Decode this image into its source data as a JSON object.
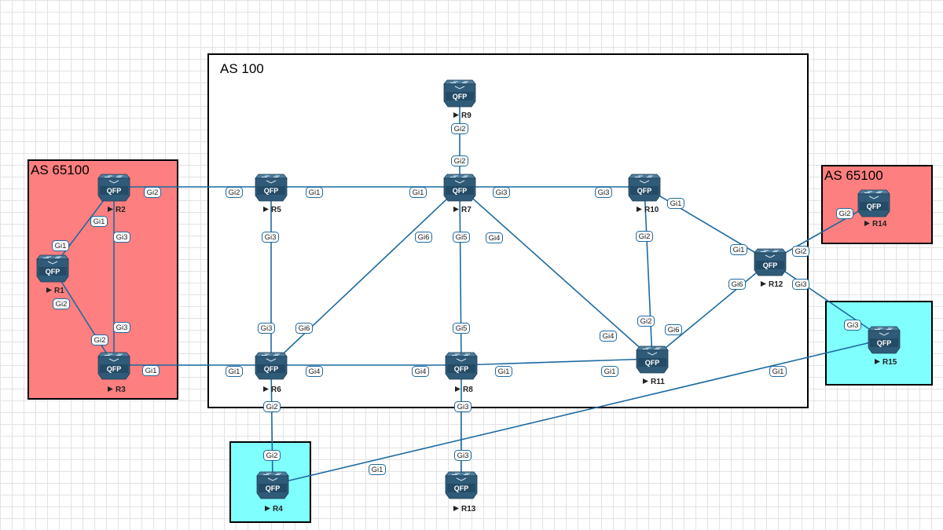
{
  "zones": [
    {
      "id": "as100",
      "label": "AS 100",
      "fill": "#ffffff"
    },
    {
      "id": "as65100-left",
      "label": "AS 65100",
      "fill": "#fe7f7f"
    },
    {
      "id": "as65100-right",
      "label": "AS 65100",
      "fill": "#fe7f7f"
    },
    {
      "id": "zone-r15",
      "label": "",
      "fill": "#80ffff"
    },
    {
      "id": "zone-r4",
      "label": "",
      "fill": "#80ffff"
    }
  ],
  "router_badge": "QFP",
  "routers": [
    {
      "id": "R1",
      "label": "R1"
    },
    {
      "id": "R2",
      "label": "R2"
    },
    {
      "id": "R3",
      "label": "R3"
    },
    {
      "id": "R4",
      "label": "R4"
    },
    {
      "id": "R5",
      "label": "R5"
    },
    {
      "id": "R6",
      "label": "R6"
    },
    {
      "id": "R7",
      "label": "R7"
    },
    {
      "id": "R8",
      "label": "R8"
    },
    {
      "id": "R9",
      "label": "R9"
    },
    {
      "id": "R10",
      "label": "R10"
    },
    {
      "id": "R11",
      "label": "R11"
    },
    {
      "id": "R12",
      "label": "R12"
    },
    {
      "id": "R13",
      "label": "R13"
    },
    {
      "id": "R14",
      "label": "R14"
    },
    {
      "id": "R15",
      "label": "R15"
    }
  ],
  "links": [
    {
      "a": "R2",
      "a_port": "Gi1",
      "b": "R1",
      "b_port": "Gi1"
    },
    {
      "a": "R1",
      "a_port": "Gi2",
      "b": "R3",
      "b_port": "Gi2"
    },
    {
      "a": "R2",
      "a_port": "Gi3",
      "b": "R3",
      "b_port": "Gi3"
    },
    {
      "a": "R2",
      "a_port": "Gi2",
      "b": "R5",
      "b_port": "Gi2"
    },
    {
      "a": "R3",
      "a_port": "Gi1",
      "b": "R6",
      "b_port": "Gi1"
    },
    {
      "a": "R5",
      "a_port": "Gi1",
      "b": "R7",
      "b_port": "Gi1"
    },
    {
      "a": "R5",
      "a_port": "Gi3",
      "b": "R6",
      "b_port": "Gi3"
    },
    {
      "a": "R6",
      "a_port": "Gi6",
      "b": "R7",
      "b_port": "Gi6"
    },
    {
      "a": "R6",
      "a_port": "Gi4",
      "b": "R8",
      "b_port": "Gi4"
    },
    {
      "a": "R6",
      "a_port": "Gi2",
      "b": "R4",
      "b_port": "Gi2"
    },
    {
      "a": "R9",
      "a_port": "Gi2",
      "b": "R7",
      "b_port": "Gi2"
    },
    {
      "a": "R7",
      "a_port": "Gi3",
      "b": "R10",
      "b_port": "Gi3"
    },
    {
      "a": "R7",
      "a_port": "Gi5",
      "b": "R8",
      "b_port": "Gi5"
    },
    {
      "a": "R7",
      "a_port": "Gi4",
      "b": "R11",
      "b_port": "Gi4"
    },
    {
      "a": "R8",
      "a_port": "Gi1",
      "b": "R11",
      "b_port": "Gi1"
    },
    {
      "a": "R8",
      "a_port": "Gi3",
      "b": "R13",
      "b_port": "Gi3"
    },
    {
      "a": "R10",
      "a_port": "Gi1",
      "b": "R12",
      "b_port": "Gi1"
    },
    {
      "a": "R10",
      "a_port": "Gi2",
      "b": "R11",
      "b_port": "Gi2"
    },
    {
      "a": "R11",
      "a_port": "Gi6",
      "b": "R12",
      "b_port": "Gi6"
    },
    {
      "a": "R12",
      "a_port": "Gi2",
      "b": "R14",
      "b_port": "Gi2"
    },
    {
      "a": "R12",
      "a_port": "Gi3",
      "b": "R15",
      "b_port": "Gi3"
    },
    {
      "a": "R4",
      "a_port": "Gi1",
      "b": "R15",
      "b_port": "Gi1"
    }
  ],
  "colors": {
    "link": "#1d6aa1",
    "router_body": "#2f5b78",
    "router_top": "#4d7e9e",
    "router_side": "#234a63"
  }
}
